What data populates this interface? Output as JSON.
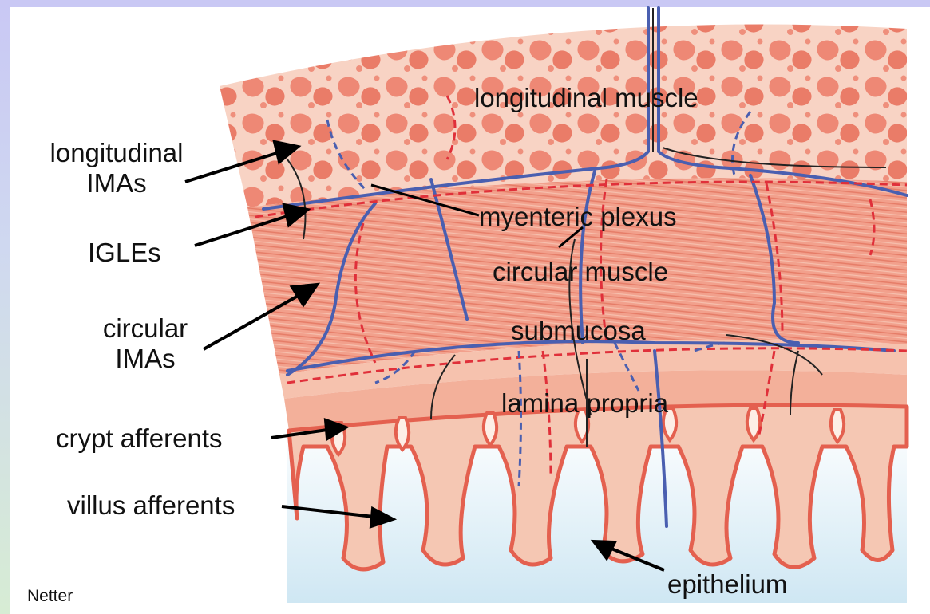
{
  "figure": {
    "credit": "Netter",
    "labels": {
      "longitudinal_imas": [
        "longitudinal",
        "IMAs"
      ],
      "igles": "IGLEs",
      "circular_imas": [
        "circular",
        "IMAs"
      ],
      "crypt_afferents": "crypt afferents",
      "villus_afferents": "villus afferents",
      "epithelium": "epithelium"
    },
    "layers": {
      "longitudinal_muscle": "longitudinal muscle",
      "myenteric_plexus": "myenteric plexus",
      "circular_muscle": "circular muscle",
      "submucosa": "submucosa",
      "lamina_propria": "lamina propria"
    }
  },
  "colors": {
    "tissue": "#f3b7a3",
    "muscle": "#ef8f7c",
    "epithelium": "#e4604f",
    "nerve_blue": "#4a5fb0",
    "nerve_red": "#e0303a",
    "nerve_black": "#222222",
    "lumen": "#cfe7f3"
  }
}
